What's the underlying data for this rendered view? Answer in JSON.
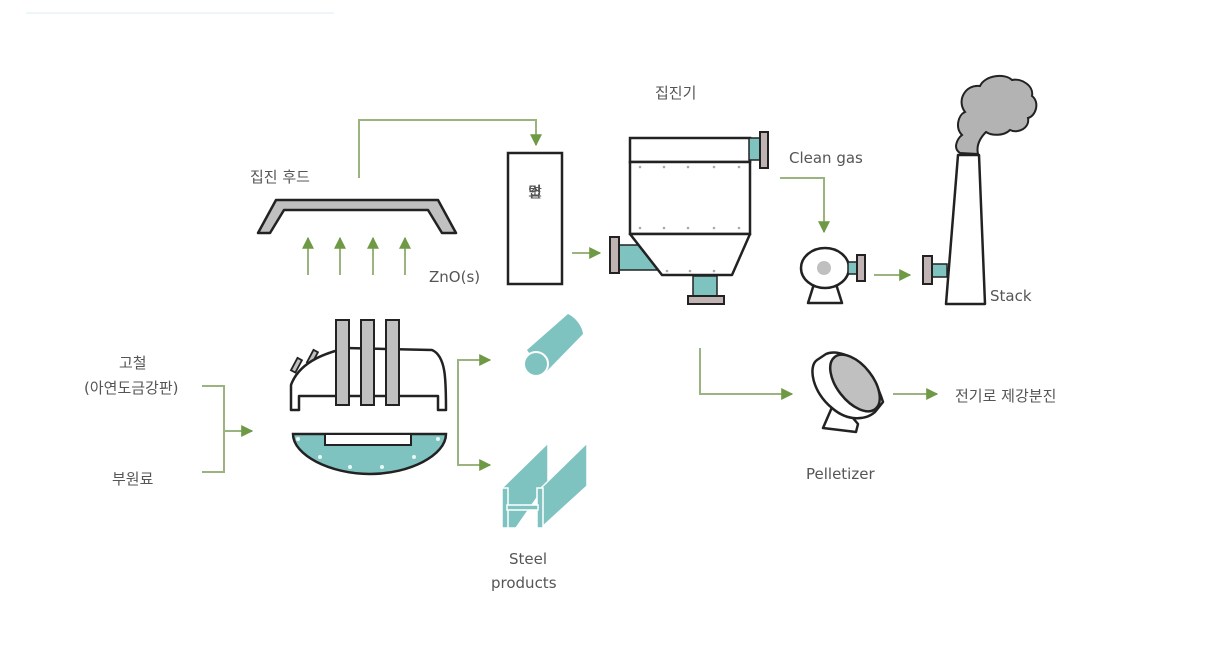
{
  "diagram": {
    "title": "Zinc dust recovery process",
    "colors": {
      "flow_arrow": "#6f9a45",
      "flow_line": "#9bb37f",
      "teal": "#7fc3c0",
      "equipment_gray": "#c0c0c0",
      "flange": "#bfb3b3",
      "outline": "#222222",
      "text": "#555555"
    },
    "labels": {
      "collection_hood": "집진 후드",
      "zno": "ZnO(s)",
      "combustion_tower": [
        "연",
        "소",
        "탑"
      ],
      "dust_collector": "집진기",
      "clean_gas": "Clean gas",
      "stack": "Stack",
      "scrap_line1": "고철",
      "scrap_line2": "(아연도금강판)",
      "sub_materials": "부원료",
      "steel_products_line1": "Steel",
      "steel_products_line2": "products",
      "pelletizer": "Pelletizer",
      "eaf_dust": "전기로 제강분진"
    },
    "nodes": [
      {
        "id": "collection-hood",
        "label_ref": "collection_hood"
      },
      {
        "id": "combustion-tower",
        "label_ref": "combustion_tower"
      },
      {
        "id": "dust-collector",
        "label_ref": "dust_collector"
      },
      {
        "id": "fan",
        "label_ref": null
      },
      {
        "id": "stack",
        "label_ref": "stack"
      },
      {
        "id": "electric-arc-furnace",
        "label_ref": null
      },
      {
        "id": "steel-bar",
        "label_ref": null
      },
      {
        "id": "h-beam",
        "label_ref": "steel_products_line1"
      },
      {
        "id": "pelletizer",
        "label_ref": "pelletizer"
      }
    ],
    "edges": [
      {
        "from": "raw-materials",
        "to": "electric-arc-furnace"
      },
      {
        "from": "electric-arc-furnace",
        "to": "collection-hood",
        "label_ref": "zno"
      },
      {
        "from": "collection-hood",
        "to": "combustion-tower"
      },
      {
        "from": "combustion-tower",
        "to": "dust-collector"
      },
      {
        "from": "dust-collector",
        "to": "fan",
        "label_ref": "clean_gas"
      },
      {
        "from": "fan",
        "to": "stack"
      },
      {
        "from": "electric-arc-furnace",
        "to": "steel-bar"
      },
      {
        "from": "electric-arc-furnace",
        "to": "h-beam"
      },
      {
        "from": "dust-collector",
        "to": "pelletizer"
      },
      {
        "from": "pelletizer",
        "to": "eaf-dust-output",
        "label_ref": "eaf_dust"
      }
    ]
  }
}
